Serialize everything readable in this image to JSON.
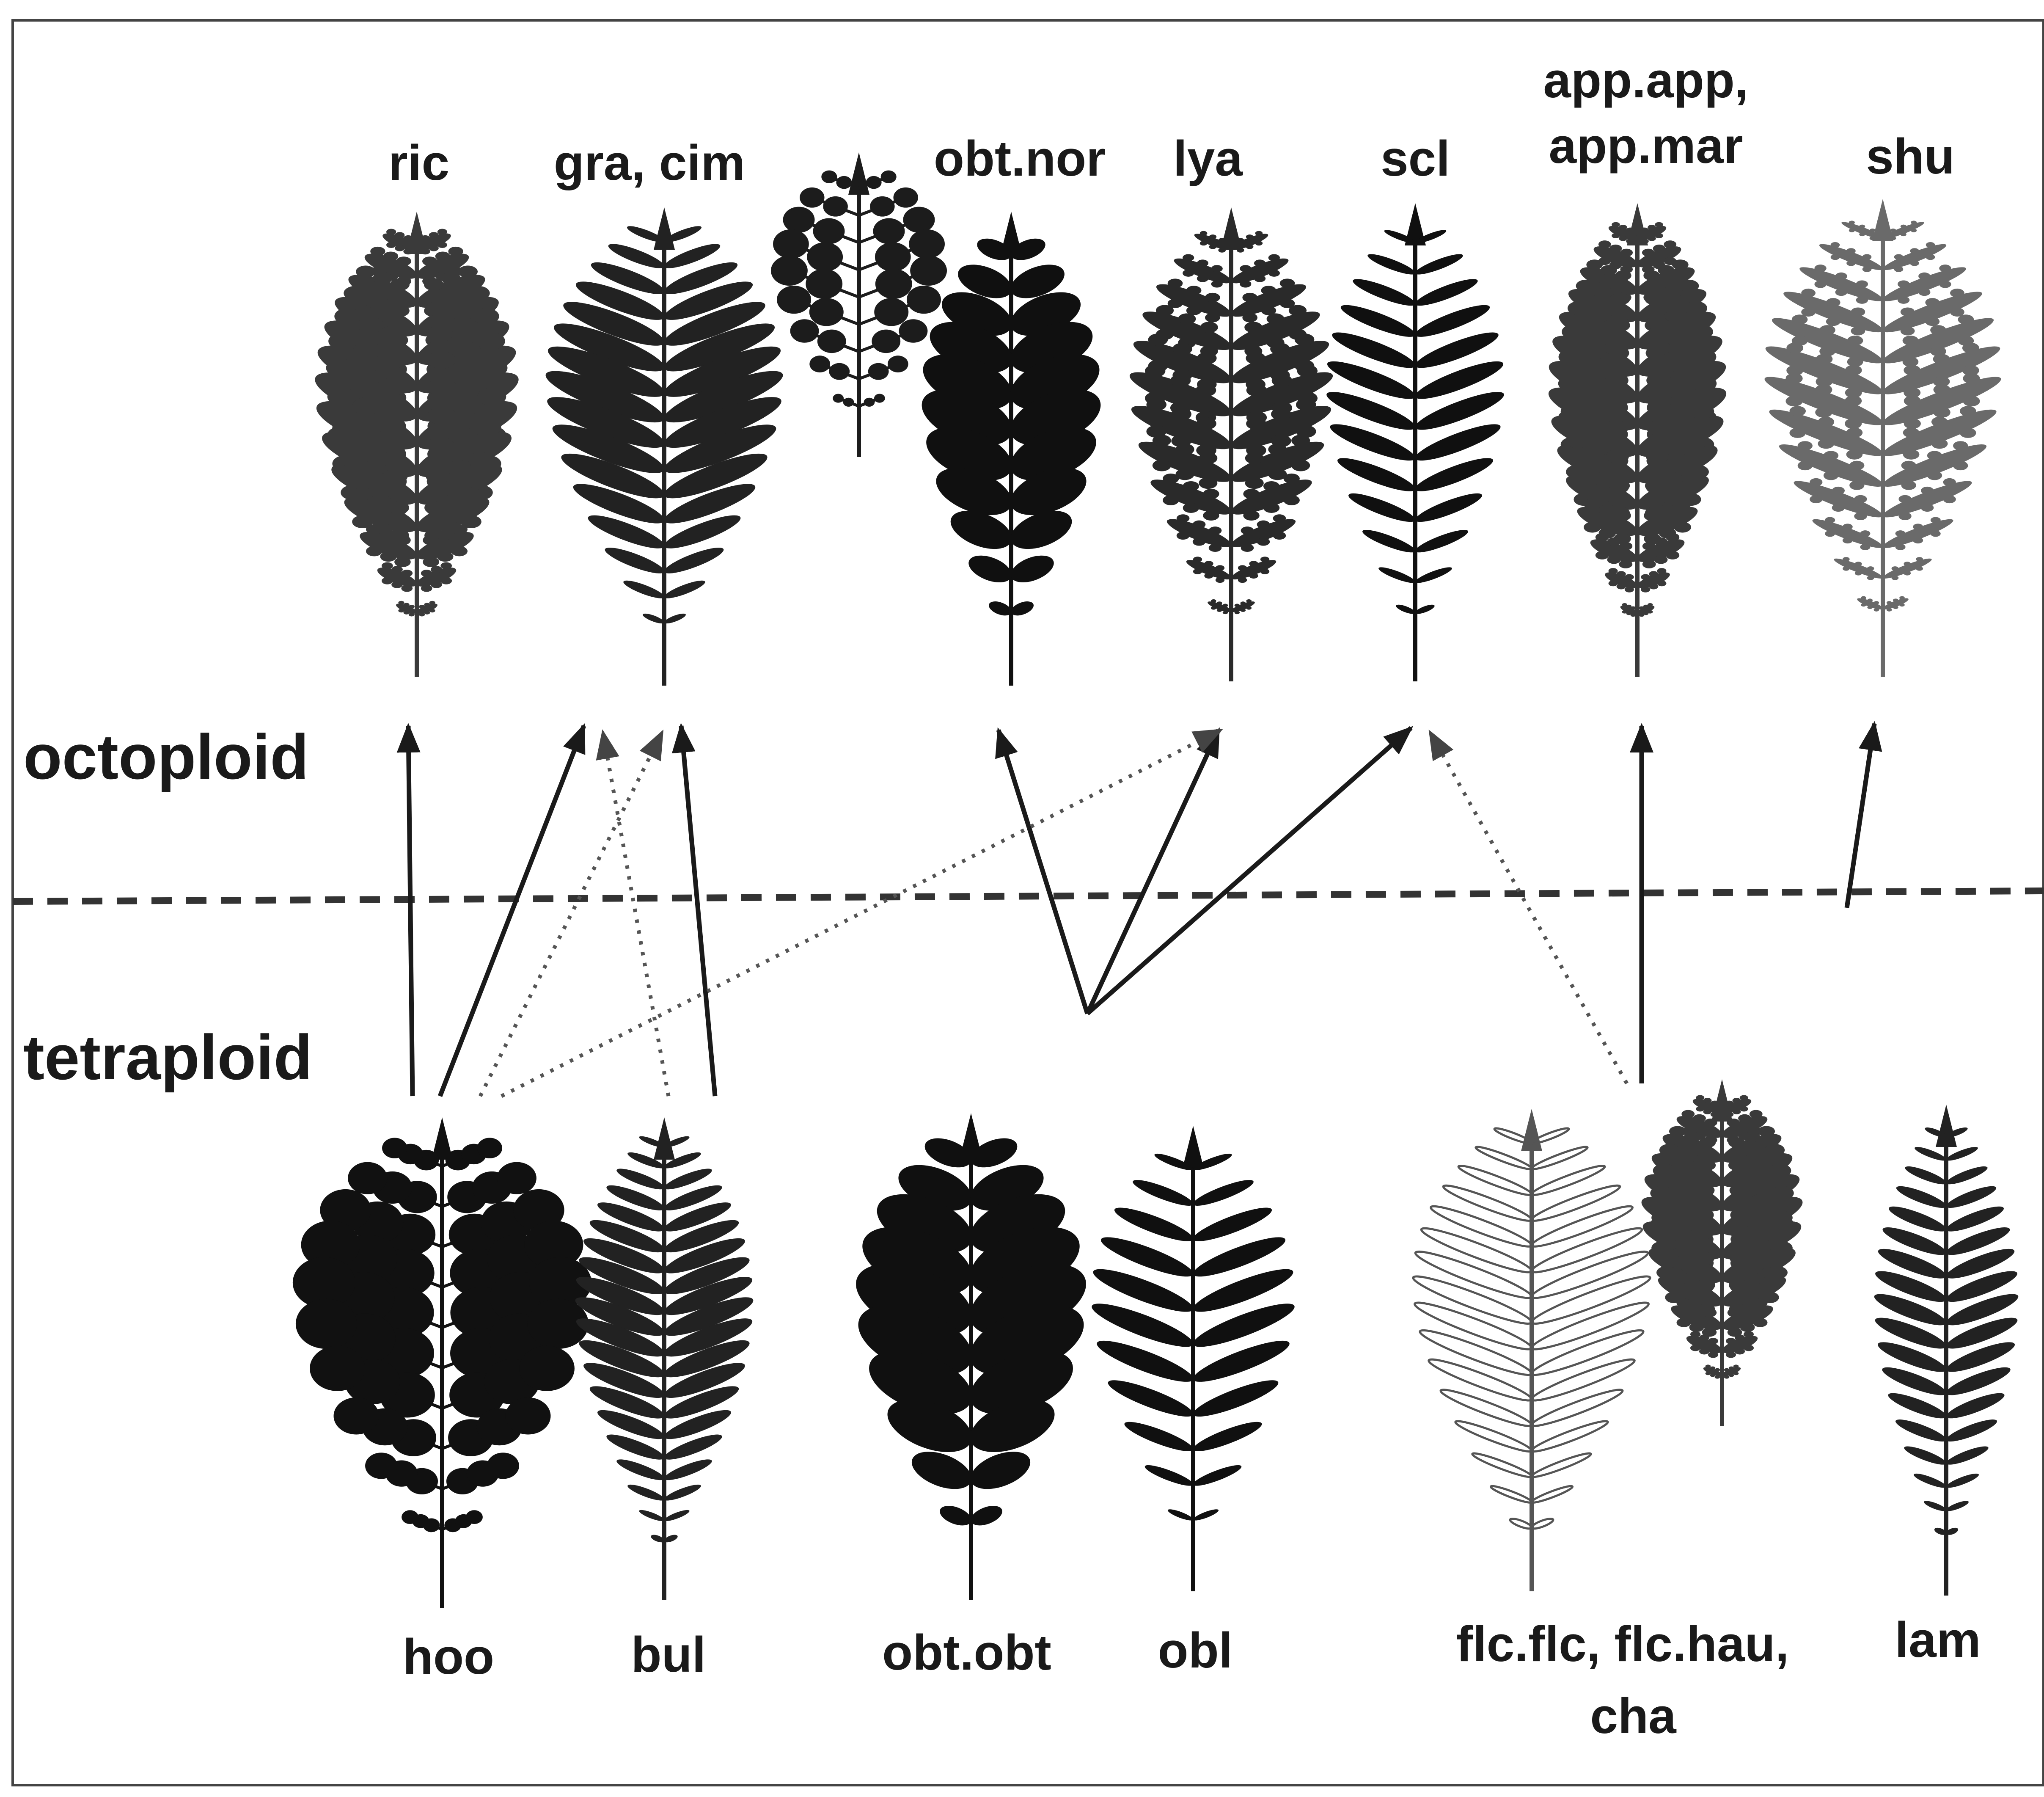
{
  "levels": {
    "octoploid": "octoploid",
    "tetraploid": "tetraploid"
  },
  "octoploid_taxa": [
    {
      "id": "ric",
      "label": "ric",
      "style": "finely-dissected"
    },
    {
      "id": "gra-cim",
      "label": "gra, cim",
      "style": "pinnate"
    },
    {
      "id": "gra-cim-small",
      "label": "",
      "style": "lobed-small"
    },
    {
      "id": "obt-nor",
      "label": "obt.nor",
      "style": "solid-lobed"
    },
    {
      "id": "lya",
      "label": "lya",
      "style": "toothed"
    },
    {
      "id": "scl",
      "label": "scl",
      "style": "linear-pinnae"
    },
    {
      "id": "app",
      "label_line1": "app.app,",
      "label_line2": "app.mar",
      "style": "finely-dissected"
    },
    {
      "id": "shu",
      "label": "shu",
      "style": "open-dissected"
    }
  ],
  "tetraploid_taxa": [
    {
      "id": "hoo",
      "label": "hoo",
      "style": "round-lobed"
    },
    {
      "id": "bul",
      "label": "bul",
      "style": "pinnate"
    },
    {
      "id": "obt-obt",
      "label": "obt.obt",
      "style": "solid-lobed"
    },
    {
      "id": "obl",
      "label": "obl",
      "style": "linear-pinnae"
    },
    {
      "id": "flc",
      "label_line1": "flc.flc, flc.hau,",
      "label_line2": "cha",
      "style": "outline-thin"
    },
    {
      "id": "flc-small",
      "label": "",
      "style": "finely-dissected"
    },
    {
      "id": "lam",
      "label": "lam",
      "style": "pinnate"
    }
  ],
  "relationships": {
    "solid": [
      [
        "hoo",
        "ric"
      ],
      [
        "hoo",
        "gra, cim"
      ],
      [
        "bul",
        "gra, cim"
      ],
      [
        "obt.obt, obl (common)",
        "obt.nor"
      ],
      [
        "obt.obt, obl (common)",
        "lya"
      ],
      [
        "obt.obt, obl (common)",
        "scl"
      ],
      [
        "flc.flc, flc.hau, cha",
        "app.app, app.mar"
      ],
      [
        "lam",
        "shu"
      ]
    ],
    "dotted": [
      [
        "hoo",
        "gra, cim"
      ],
      [
        "hoo",
        "lya"
      ],
      [
        "bul",
        "gra, cim"
      ],
      [
        "flc.flc, flc.hau, cha",
        "scl"
      ]
    ]
  },
  "colors": {
    "ink": "#1a1a1a",
    "frond_dark": "#101010",
    "frond_gray": "#3a3a3a",
    "frond_light": "#6a6a6a",
    "divider": "#333333",
    "dotted_arrow": "#555555"
  }
}
